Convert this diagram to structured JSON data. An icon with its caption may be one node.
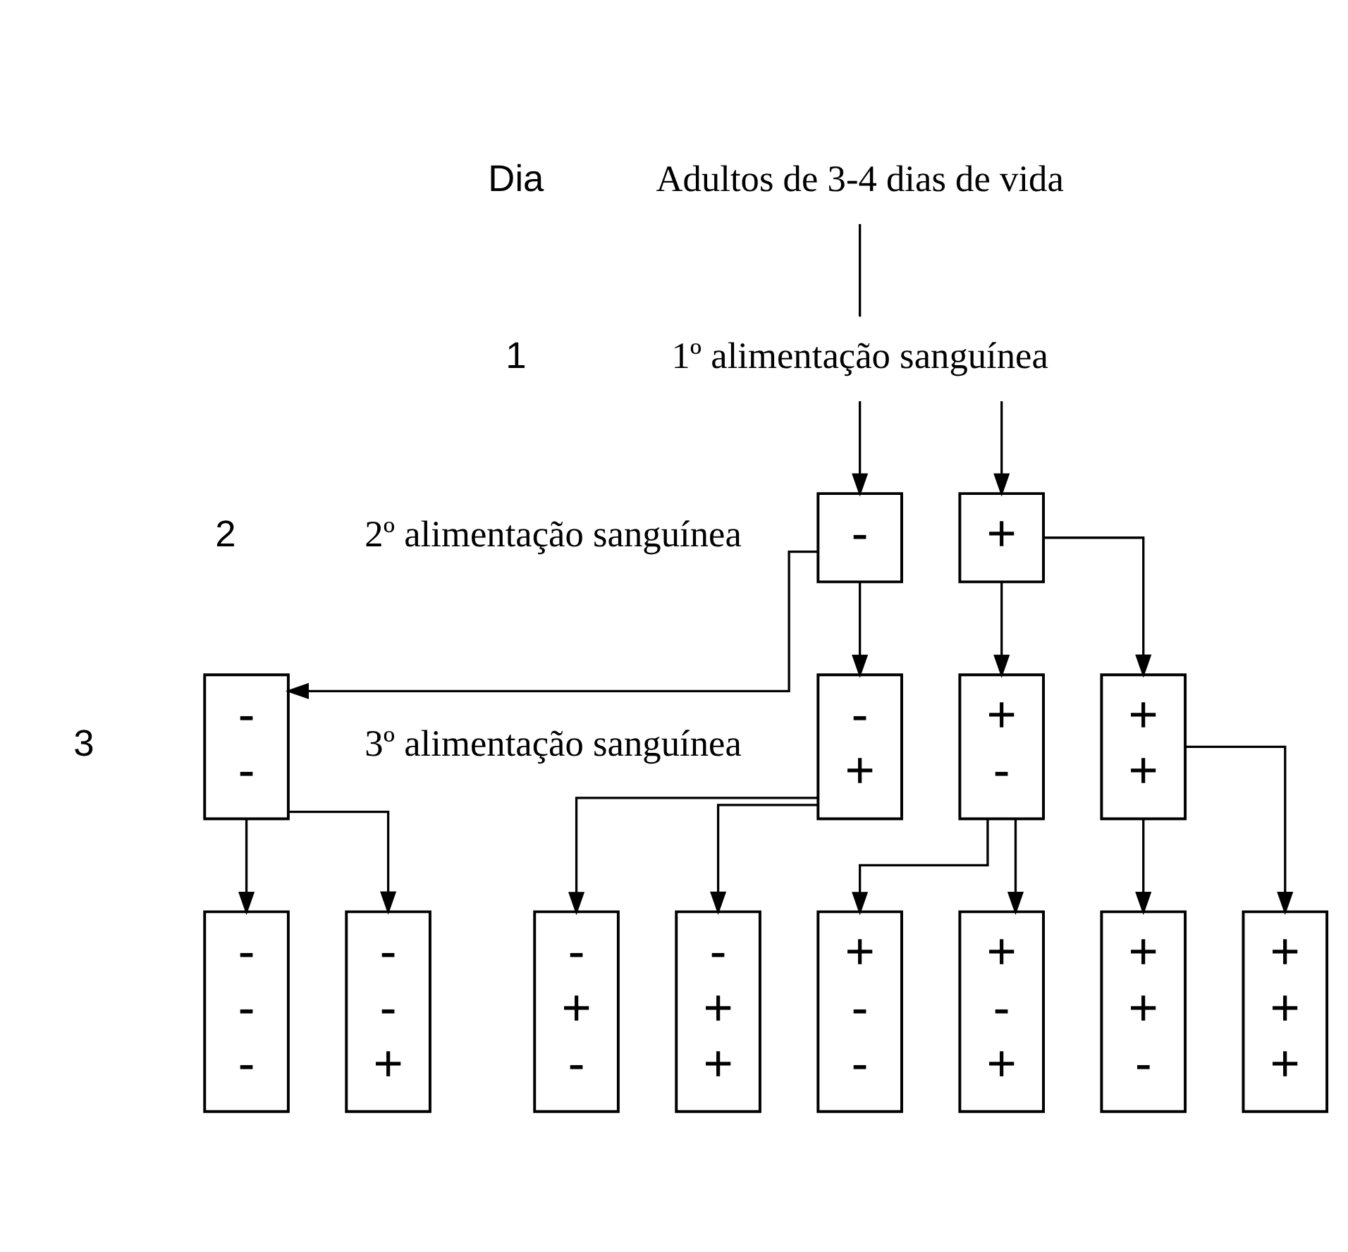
{
  "diagram": {
    "nodes": [
      {
        "text": [
          "Adultos de 3-4 dias de vida"
        ]
      },
      {
        "text": [
          "1º alimentação sanguínea"
        ]
      },
      {
        "text": [
          "-"
        ]
      },
      {
        "text": [
          "+"
        ]
      },
      {
        "text": [
          "-",
          "-"
        ]
      },
      {
        "text": [
          "-",
          "+"
        ]
      },
      {
        "text": [
          "+",
          "-"
        ]
      },
      {
        "text": [
          "+",
          "+"
        ]
      },
      {
        "text": [
          "-",
          "-",
          "-"
        ]
      },
      {
        "text": [
          "-",
          "-",
          "+"
        ]
      },
      {
        "text": [
          "-",
          "+",
          "-"
        ]
      },
      {
        "text": [
          "-",
          "+",
          "+"
        ]
      },
      {
        "text": [
          "+",
          "-",
          "-"
        ]
      },
      {
        "text": [
          "+",
          "-",
          "+"
        ]
      },
      {
        "text": [
          "+",
          "+",
          "-"
        ]
      },
      {
        "text": [
          "+",
          "+",
          "+"
        ]
      }
    ],
    "edges": [
      {
        "from": 0,
        "to": 1,
        "arrow": "none"
      },
      {
        "from": 1,
        "to": 2,
        "arrow": "to"
      },
      {
        "from": 1,
        "to": 3,
        "arrow": "to"
      },
      {
        "from": 2,
        "to": 4,
        "arrow": "to"
      },
      {
        "from": 2,
        "to": 5,
        "arrow": "to"
      },
      {
        "from": 3,
        "to": 6,
        "arrow": "to"
      },
      {
        "from": 3,
        "to": 7,
        "arrow": "to"
      },
      {
        "from": 4,
        "to": 8,
        "arrow": "to"
      },
      {
        "from": 4,
        "to": 9,
        "arrow": "to"
      },
      {
        "from": 5,
        "to": 10,
        "arrow": "to"
      },
      {
        "from": 5,
        "to": 11,
        "arrow": "to"
      },
      {
        "from": 6,
        "to": 12,
        "arrow": "to"
      },
      {
        "from": 6,
        "to": 13,
        "arrow": "to"
      },
      {
        "from": 7,
        "to": 14,
        "arrow": "to"
      },
      {
        "from": 7,
        "to": 15,
        "arrow": "to"
      }
    ],
    "labels": [
      "Dia",
      "1",
      "2",
      "2º alimentação sanguínea",
      "3",
      "3º alimentação sanguínea"
    ]
  }
}
